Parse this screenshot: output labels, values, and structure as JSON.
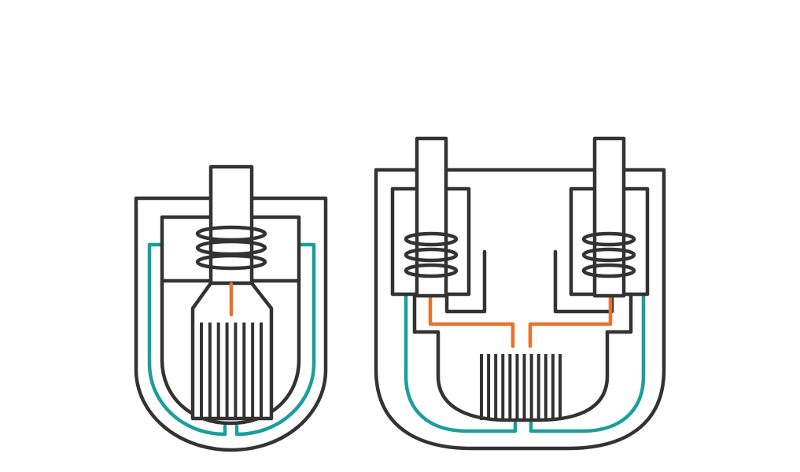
{
  "colors": {
    "outline": "#333333",
    "teal": "#1a9e9e",
    "orange": "#e8722b",
    "background": "#ffffff"
  },
  "diagrams": [
    {
      "name": "single-electrode-vessel",
      "coil_count": 1,
      "fins_per_group": 8
    },
    {
      "name": "dual-electrode-vessel",
      "coil_count": 2,
      "fins_per_group": 12
    }
  ]
}
